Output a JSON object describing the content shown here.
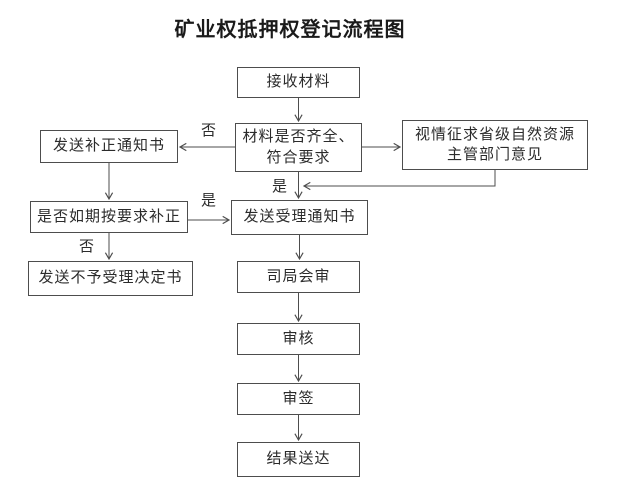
{
  "title": "矿业权抵押权登记流程图",
  "flowchart": {
    "type": "flowchart",
    "nodes": {
      "receive": {
        "label": "接收材料"
      },
      "check": {
        "label": "材料是否齐全、\n符合要求"
      },
      "consult": {
        "label": "视情征求省级自然资源\n主管部门意见"
      },
      "send_correct": {
        "label": "发送补正通知书"
      },
      "correct_check": {
        "label": "是否如期按要求补正"
      },
      "send_accept": {
        "label": "发送受理通知书"
      },
      "send_reject": {
        "label": "发送不予受理决定书"
      },
      "joint_review": {
        "label": "司局会审"
      },
      "review": {
        "label": "审核"
      },
      "sign": {
        "label": "审签"
      },
      "delivery": {
        "label": "结果送达"
      }
    },
    "edge_labels": {
      "no_top": "否",
      "yes_mid": "是",
      "yes_left": "是",
      "no_left": "否"
    },
    "edges": [
      {
        "from": "receive",
        "to": "check"
      },
      {
        "from": "check",
        "to": "send_correct",
        "label": "否"
      },
      {
        "from": "check",
        "to": "consult"
      },
      {
        "from": "check",
        "to": "send_accept",
        "label": "是"
      },
      {
        "from": "consult",
        "to": "send_accept"
      },
      {
        "from": "send_correct",
        "to": "correct_check"
      },
      {
        "from": "correct_check",
        "to": "send_accept",
        "label": "是"
      },
      {
        "from": "correct_check",
        "to": "send_reject",
        "label": "否"
      },
      {
        "from": "send_accept",
        "to": "joint_review"
      },
      {
        "from": "joint_review",
        "to": "review"
      },
      {
        "from": "review",
        "to": "sign"
      },
      {
        "from": "sign",
        "to": "delivery"
      }
    ],
    "line_color": "#4d4d4d",
    "text_color": "#2b2b2b",
    "background": "#ffffff"
  }
}
